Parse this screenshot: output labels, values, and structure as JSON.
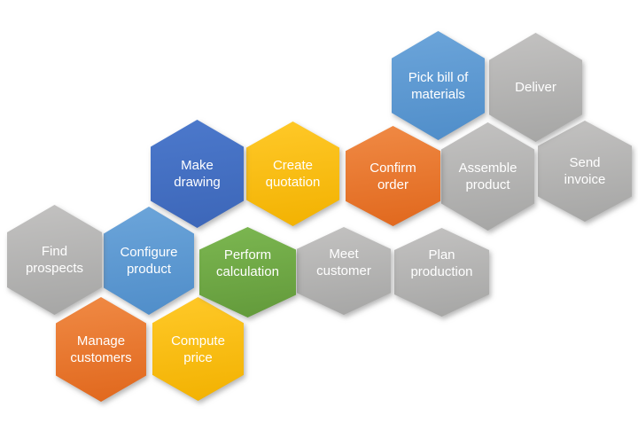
{
  "diagram": {
    "type": "hexagon-honeycomb-process",
    "background_color": "#FFFFFF",
    "text_color": "#FFFFFF",
    "palette": {
      "blue": {
        "base": "#5B9BD5",
        "top": "#6CA5DA",
        "bottom": "#4F8DC9"
      },
      "darkblue": {
        "base": "#4472C4",
        "top": "#4C79CC",
        "bottom": "#3C66B8"
      },
      "yellow": {
        "base": "#FFC000",
        "top": "#FFC929",
        "bottom": "#F2B100"
      },
      "orange": {
        "base": "#ED7D31",
        "top": "#F08A45",
        "bottom": "#E0671C"
      },
      "green": {
        "base": "#70AD47",
        "top": "#7CB751",
        "bottom": "#62993A"
      },
      "gray": {
        "base": "#ACACAB",
        "top": "#C3C2C1",
        "bottom": "#A5A5A4"
      }
    },
    "nodes": [
      {
        "id": "pick-bill-of-materials",
        "label": "Pick bill of materials",
        "lines": [
          "Pick bill of",
          "materials"
        ],
        "color": "blue"
      },
      {
        "id": "deliver",
        "label": "Deliver",
        "lines": [
          "Deliver"
        ],
        "color": "gray"
      },
      {
        "id": "make-drawing",
        "label": "Make drawing",
        "lines": [
          "Make",
          "drawing"
        ],
        "color": "darkblue"
      },
      {
        "id": "create-quotation",
        "label": "Create quotation",
        "lines": [
          "Create",
          "quotation"
        ],
        "color": "yellow"
      },
      {
        "id": "confirm-order",
        "label": "Confirm order",
        "lines": [
          "Confirm",
          "order"
        ],
        "color": "orange"
      },
      {
        "id": "assemble-product",
        "label": "Assemble product",
        "lines": [
          "Assemble",
          "product"
        ],
        "color": "gray"
      },
      {
        "id": "send-invoice",
        "label": "Send invoice",
        "lines": [
          "Send",
          "invoice"
        ],
        "color": "gray"
      },
      {
        "id": "find-prospects",
        "label": "Find prospects",
        "lines": [
          "Find",
          "prospects"
        ],
        "color": "gray"
      },
      {
        "id": "configure-product",
        "label": "Configure product",
        "lines": [
          "Configure",
          "product"
        ],
        "color": "blue"
      },
      {
        "id": "perform-calculation",
        "label": "Perform calculation",
        "lines": [
          "Perform",
          "calculation"
        ],
        "color": "green"
      },
      {
        "id": "meet-customer",
        "label": "Meet customer",
        "lines": [
          "Meet",
          "customer"
        ],
        "color": "gray"
      },
      {
        "id": "plan-production",
        "label": "Plan production",
        "lines": [
          "Plan",
          "production"
        ],
        "color": "gray"
      },
      {
        "id": "manage-customers",
        "label": "Manage customers",
        "lines": [
          "Manage",
          "customers"
        ],
        "color": "orange"
      },
      {
        "id": "compute-price",
        "label": "Compute price",
        "lines": [
          "Compute",
          "price"
        ],
        "color": "yellow"
      }
    ]
  }
}
